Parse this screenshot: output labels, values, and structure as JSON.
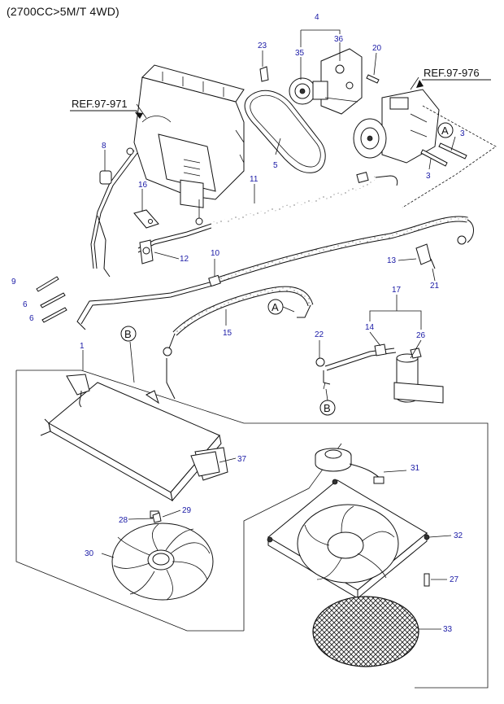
{
  "header": {
    "title": "(2700CC>5M/T 4WD)"
  },
  "refs": {
    "heater": "REF.97-971",
    "compressor": "REF.97-976"
  },
  "callouts": {
    "a": "A",
    "b": "B"
  },
  "parts": {
    "p1": "1",
    "p3": "3",
    "p4": "4",
    "p5": "5",
    "p6": "6",
    "p8": "8",
    "p9": "9",
    "p10": "10",
    "p11": "11",
    "p12": "12",
    "p13": "13",
    "p14": "14",
    "p15": "15",
    "p16": "16",
    "p17": "17",
    "p20": "20",
    "p21": "21",
    "p22": "22",
    "p23": "23",
    "p26": "26",
    "p27": "27",
    "p28": "28",
    "p29": "29",
    "p30": "30",
    "p31": "31",
    "p32": "32",
    "p33": "33",
    "p35": "35",
    "p36": "36",
    "p37": "37"
  }
}
